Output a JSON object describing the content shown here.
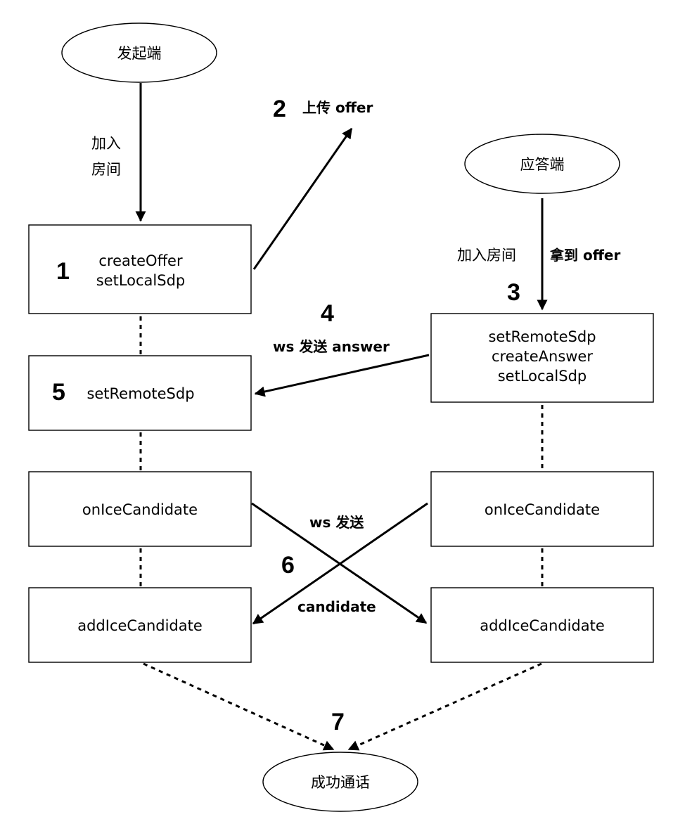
{
  "nodes": {
    "initiator": "发起端",
    "responder": "应答端",
    "success": "成功通话",
    "create_offer": [
      "createOffer",
      "setLocalSdp"
    ],
    "answer_side": [
      "setRemoteSdp",
      "createAnswer",
      "setLocalSdp"
    ],
    "set_remote": "setRemoteSdp",
    "ice_left": "onIceCandidate",
    "ice_right": "onIceCandidate",
    "add_left": "addIceCandidate",
    "add_right": "addIceCandidate"
  },
  "labels": {
    "join_room_left": [
      "加入",
      "房间"
    ],
    "upload_offer": "上传 offer",
    "join_room_right": "加入房间",
    "get_offer": "拿到 offer",
    "ws_send_answer": "ws 发送 answer",
    "ws_send": "ws 发送",
    "candidate": "candidate"
  },
  "steps": {
    "s1": "1",
    "s2": "2",
    "s3": "3",
    "s4": "4",
    "s5": "5",
    "s6": "6",
    "s7": "7"
  }
}
